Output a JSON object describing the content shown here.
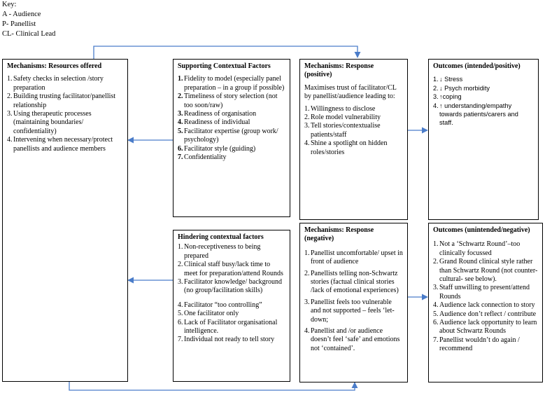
{
  "key": {
    "title": "Key:",
    "lines": [
      "A - Audience",
      "P- Panellist",
      "CL- Clinical Lead"
    ]
  },
  "boxes": {
    "mechanisms_resources": {
      "title": "Mechanisms: Resources offered",
      "items": [
        {
          "n": "1.",
          "text": "Safety checks in selection /story preparation"
        },
        {
          "n": "2.",
          "text": "Building trusting facilitator/panellist relationship"
        },
        {
          "n": "3.",
          "text": "Using therapeutic processes (maintaining boundaries/ confidentiality)"
        },
        {
          "n": "4.",
          "text": "Intervening when necessary/protect panellists and audience members"
        }
      ]
    },
    "supporting_factors": {
      "title": "Supporting Contextual Factors",
      "items": [
        {
          "n": "1.",
          "text": "Fidelity to model (especially panel preparation – in a group if possible)"
        },
        {
          "n": "2.",
          "text": "Timeliness of story selection (not too soon/raw)"
        },
        {
          "n": "3.",
          "text": "Readiness of organisation"
        },
        {
          "n": "4.",
          "text": "Readiness of individual"
        },
        {
          "n": "5.",
          "text": "Facilitator expertise (group work/ psychology)"
        },
        {
          "n": "6.",
          "text": "Facilitator style (guiding)"
        },
        {
          "n": "7.",
          "text": "Confidentiality"
        }
      ]
    },
    "response_positive": {
      "title": "Mechanisms: Response (positive)",
      "intro": "Maximises trust of facilitator/CL by panellist/audience leading to:",
      "items": [
        {
          "n": "1.",
          "text": "Willingness to disclose"
        },
        {
          "n": "2.",
          "text": "Role model vulnerability"
        },
        {
          "n": "3.",
          "text": "Tell stories/contextualise patients/staff"
        },
        {
          "n": "4.",
          "text": "Shine a spotlight on hidden roles/stories"
        }
      ]
    },
    "outcomes_positive": {
      "title": "Outcomes (intended/positive)",
      "items": [
        {
          "n": "1.",
          "text": "↓ Stress"
        },
        {
          "n": "2.",
          "text": "↓ Psych morbidity"
        },
        {
          "n": "3.",
          "text": "↑coping"
        },
        {
          "n": "4.",
          "text": "↑ understanding/empathy towards patients/carers and staff."
        }
      ]
    },
    "hindering_factors": {
      "title": "Hindering contextual factors",
      "items_a": [
        {
          "n": "1.",
          "text": "Non-receptiveness to being prepared"
        },
        {
          "n": "2.",
          "text": "Clinical staff busy/lack time to meet for preparation/attend Rounds"
        },
        {
          "n": "3.",
          "text": "Facilitator  knowledge/ background (no group/facilitation skills)"
        }
      ],
      "items_b": [
        {
          "n": "4.",
          "text": "Facilitator “too controlling”"
        },
        {
          "n": "5.",
          "text": "One facilitator only"
        },
        {
          "n": "6.",
          "text": "Lack of Facilitator organisational intelligence."
        },
        {
          "n": "7.",
          "text": "Individual not ready to tell story"
        }
      ]
    },
    "response_negative": {
      "title": "Mechanisms: Response (negative)",
      "items": [
        {
          "n": "1.",
          "text": "Panellist uncomfortable/ upset in front of audience"
        },
        {
          "n": "2.",
          "text": "Panellists telling non-Schwartz stories  (factual clinical stories /lack of emotional experiences)"
        },
        {
          "n": "3.",
          "text": "Panellist feels too vulnerable and not supported – feels ‘let-down;"
        },
        {
          "n": "4.",
          "text": "Panellist and /or audience doesn’t feel ‘safe’ and emotions not ‘contained’."
        }
      ]
    },
    "outcomes_negative": {
      "title": "Outcomes (unintended/negative)",
      "items": [
        {
          "n": "1.",
          "text": "Not a ‘Schwartz Round’–too clinically focussed"
        },
        {
          "n": "2.",
          "text": "Grand Round clinical style rather than Schwartz Round (not counter-cultural- see below)."
        },
        {
          "n": "3.",
          "text": "Staff unwilling to present/attend Rounds"
        },
        {
          "n": "4.",
          "text": "Audience lack connection to story"
        },
        {
          "n": "5.",
          "text": "Audience don’t reflect / contribute"
        },
        {
          "n": "6.",
          "text": "Audience lack opportunity to learn about Schwartz Rounds"
        },
        {
          "n": "7.",
          "text": "Panellist wouldn’t do again / recommend"
        }
      ]
    }
  },
  "colors": {
    "arrow": "#4a7cc9",
    "border": "#000000"
  }
}
